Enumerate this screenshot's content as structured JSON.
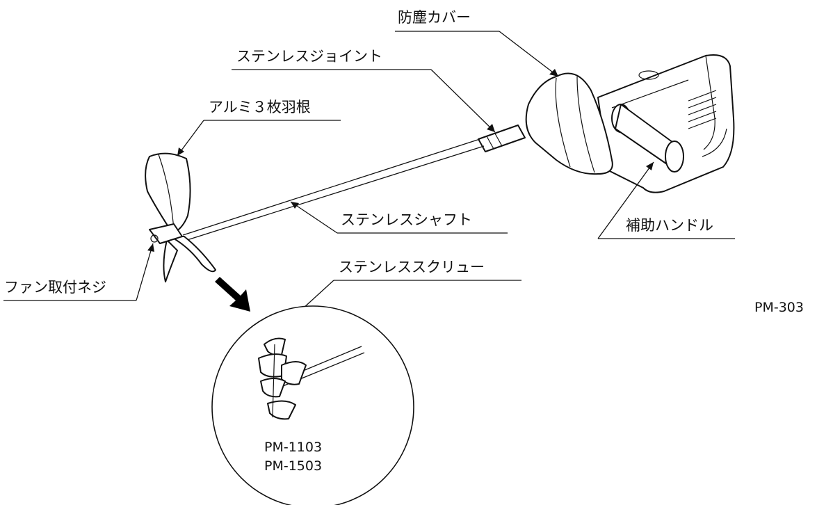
{
  "labels": {
    "dust_cover": "防塵カバー",
    "stainless_joint": "ステンレスジョイント",
    "aluminum_blade": "アルミ３枚羽根",
    "stainless_shaft": "ステンレスシャフト",
    "aux_handle": "補助ハンドル",
    "fan_screw": "ファン取付ネジ",
    "stainless_screw": "ステンレススクリュー"
  },
  "models": {
    "main": "PM-303",
    "detail": [
      "PM-1103",
      "PM-1503"
    ]
  }
}
